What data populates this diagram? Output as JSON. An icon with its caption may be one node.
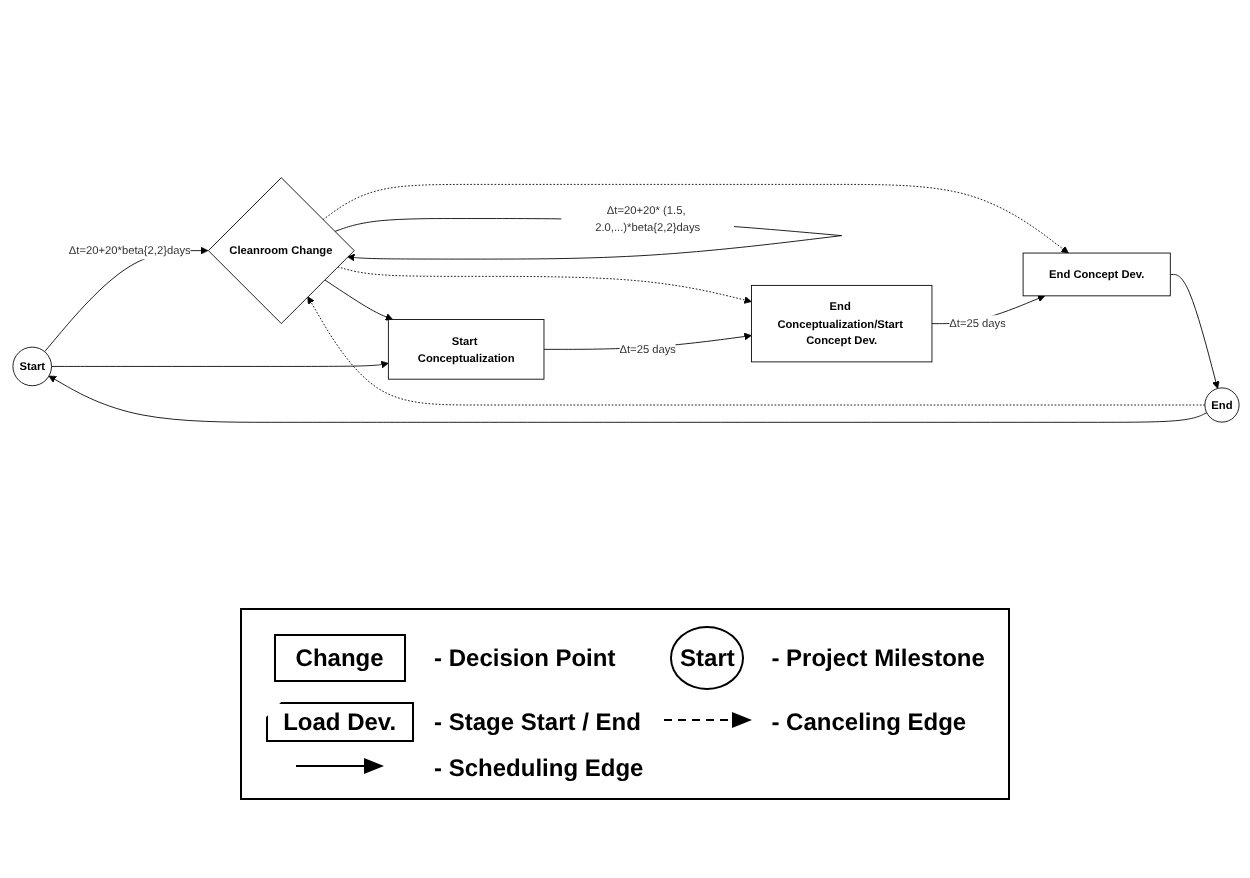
{
  "diagram": {
    "nodes": [
      {
        "text": [
          "Start"
        ]
      },
      {
        "text": [
          "Cleanroom Change"
        ]
      },
      {
        "text": [
          "Start Conceptualization"
        ]
      },
      {
        "text": [
          "End Conceptualization/Start Concept Dev."
        ]
      },
      {
        "text": [
          "End Concept Dev."
        ]
      },
      {
        "text": [
          "End"
        ]
      }
    ],
    "edges": [
      {
        "from": 0,
        "to": 1,
        "arrow": "to",
        "label": "Δt=20+20*beta{2,2}days"
      },
      {
        "from": 1,
        "to": 1,
        "arrow": "to",
        "label": "Δt=20+20* (1.5, 2.0,...)*beta{2,2}days"
      },
      {
        "from": 5,
        "to": 1,
        "arrow": "to",
        "style": "dashed"
      },
      {
        "from": 1,
        "to": 2,
        "arrow": "to"
      },
      {
        "from": 1,
        "to": 3,
        "arrow": "to",
        "style": "dashed"
      },
      {
        "from": 1,
        "to": 4,
        "arrow": "to",
        "style": "dashed"
      },
      {
        "from": 0,
        "to": 2,
        "arrow": "to"
      },
      {
        "from": 2,
        "to": 3,
        "arrow": "to",
        "label": "Δt=25 days"
      },
      {
        "from": 3,
        "to": 4,
        "arrow": "to",
        "label": "Δt=25 days"
      },
      {
        "from": 4,
        "to": 5,
        "arrow": "to"
      },
      {
        "from": 5,
        "to": 0,
        "arrow": "to"
      }
    ],
    "labels": [
      "Change",
      "Start",
      "Load Dev."
    ],
    "legend": [
      {
        "text": "- Decision Point"
      },
      {
        "text": "- Project Milestone"
      },
      {
        "text": "- Stage Start / End"
      },
      {
        "text": "- Canceling Edge"
      },
      {
        "text": "- Scheduling Edge"
      }
    ]
  }
}
